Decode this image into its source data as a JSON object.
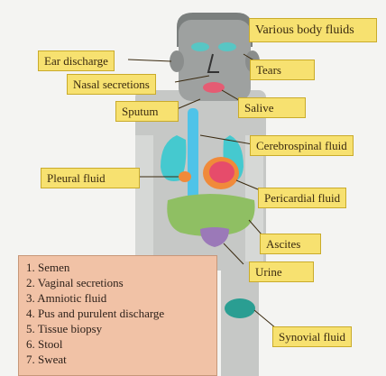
{
  "title": "Various body fluids",
  "labels": {
    "ear_discharge": "Ear discharge",
    "nasal_secretions": "Nasal secretions",
    "sputum": "Sputum",
    "tears": "Tears",
    "saliva": "Salive",
    "csf": "Cerebrospinal fluid",
    "pleural": "Pleural fluid",
    "pericardial": "Pericardial fluid",
    "ascites": "Ascites",
    "urine": "Urine",
    "synovial": "Synovial fluid"
  },
  "other_fluids": [
    "1. Semen",
    "2. Vaginal secretions",
    "3. Amniotic fluid",
    "4. Pus and purulent discharge",
    "5. Tissue biopsy",
    "6. Stool",
    "7. Sweat"
  ],
  "colors": {
    "label_fill": "#f7e170",
    "list_fill": "#f1c2a6",
    "body_fill": "#c6c8c6",
    "head_fill": "#9ea1a0",
    "hair_fill": "#7b7f7e",
    "eye_fill": "#58c6c4",
    "mouth_fill": "#e55c73",
    "spine_fill": "#4fc3e8",
    "lung_fill": "#45c9cf",
    "heart_fill": "#e64c6b",
    "pericardium_fill": "#f08a3a",
    "abdomen_fill": "#8fbf63",
    "bladder_fill": "#9b79b8",
    "knee_fill": "#2a9e92"
  }
}
